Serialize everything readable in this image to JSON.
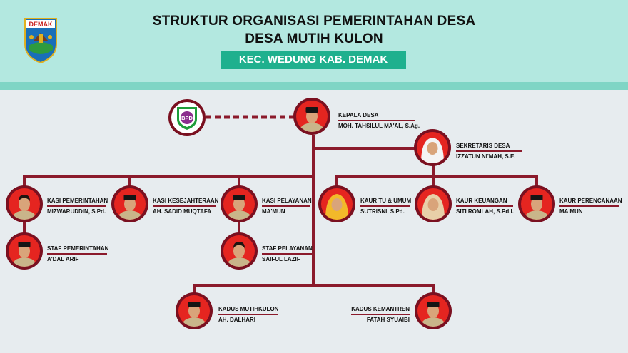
{
  "header": {
    "logo_text": "DEMAK",
    "title_line1": "STRUKTUR ORGANISASI PEMERINTAHAN DESA",
    "title_line2": "DESA MUTIH KULON",
    "subtitle": "KEC. WEDUNG KAB. DEMAK"
  },
  "bpd": {
    "text": "BPD"
  },
  "positions": [
    {
      "id": "kepala",
      "role": "KEPALA DESA",
      "name": "MOH. TAHSILUL MA'AL, S.Ag.",
      "hat": "peci",
      "hair": "none"
    },
    {
      "id": "sekretaris",
      "role": "SEKRETARIS DESA",
      "name": "IZZATUN NI'MAH, S.E.",
      "hat": "hijab-white",
      "hair": "none"
    },
    {
      "id": "kasi-pemerintahan",
      "role": "KASI PEMERINTAHAN",
      "name": "MIZWARUDDIN, S.Pd.",
      "hat": "hair",
      "hair": "dark"
    },
    {
      "id": "kasi-kesejahteraan",
      "role": "KASI KESEJAHTERAAN",
      "name": "AH. SADID MUQTAFA",
      "hat": "peci",
      "hair": "none"
    },
    {
      "id": "kasi-pelayanan",
      "role": "KASI PELAYANAN",
      "name": "MA'MUN",
      "hat": "peci",
      "hair": "none"
    },
    {
      "id": "kaur-tu",
      "role": "KAUR TU & UMUM",
      "name": "SUTRISNI, S.Pd.",
      "hat": "hijab-yellow",
      "hair": "none"
    },
    {
      "id": "kaur-keuangan",
      "role": "KAUR KEUANGAN",
      "name": "SITI ROMLAH, S.Pd.I.",
      "hat": "hijab-beige",
      "hair": "none"
    },
    {
      "id": "kaur-perencanaan",
      "role": "KAUR PERENCANAAN",
      "name": "MA'MUN",
      "hat": "peci",
      "hair": "none"
    },
    {
      "id": "staf-pemerintahan",
      "role": "STAF PEMERINTAHAN",
      "name": "A'DAL ARIF",
      "hat": "peci",
      "hair": "none"
    },
    {
      "id": "staf-pelayanan",
      "role": "STAF PELAYANAN",
      "name": "SAIFUL LAZIF",
      "hat": "hair",
      "hair": "dark"
    },
    {
      "id": "kadus-mutihkulon",
      "role": "KADUS MUTIHKULON",
      "name": "AH. DALHARI",
      "hat": "peci",
      "hair": "none"
    },
    {
      "id": "kadus-kemantren",
      "role": "KADUS KEMANTREN",
      "name": "FATAH SYUAIBI",
      "hat": "peci",
      "hair": "none"
    }
  ],
  "colors": {
    "header_bg": "#b3e8e0",
    "band": "#7fd5c5",
    "subtitle_bg": "#1fb08e",
    "line": "#8b1a2b",
    "avatar_ring": "#7a1020",
    "avatar_bg": "#e52520",
    "bpd_green": "#1f9d3a",
    "bpd_purple": "#8b2c8e"
  }
}
